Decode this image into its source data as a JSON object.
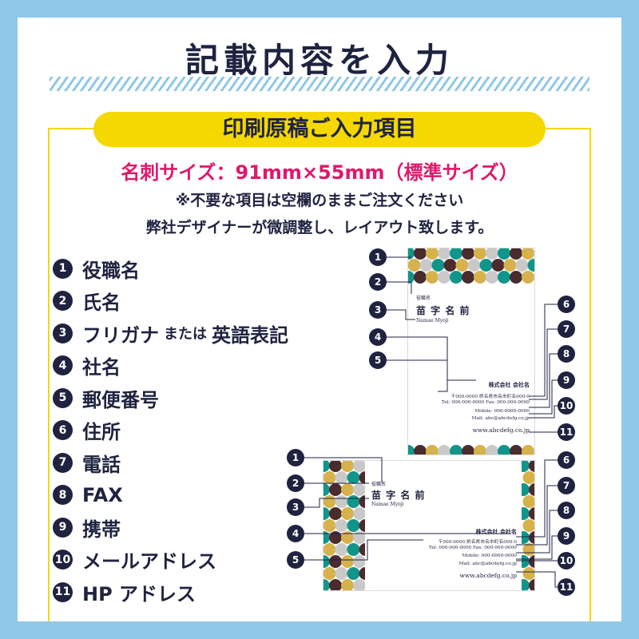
{
  "title": "記載内容を入力",
  "pill": "印刷原稿ご入力項目",
  "size_line": "名刺サイズ：91mm×55mm（標準サイズ）",
  "note1": "※不要な項目は空欄のままご注文ください",
  "note2": "弊社デザイナーが微調整し、レイアウト致します。",
  "items": [
    {
      "num": "1",
      "label": "役職名"
    },
    {
      "num": "2",
      "label": "氏名"
    },
    {
      "num": "3",
      "label": "フリガナ",
      "mid": "または",
      "tail": "英語表記"
    },
    {
      "num": "4",
      "label": "社名"
    },
    {
      "num": "5",
      "label": "郵便番号"
    },
    {
      "num": "6",
      "label": "住所"
    },
    {
      "num": "7",
      "label": "電話"
    },
    {
      "num": "8",
      "label": "FAX"
    },
    {
      "num": "9",
      "label": "携帯"
    },
    {
      "num": "10",
      "label": "メールアドレス"
    },
    {
      "num": "11",
      "label": "HP アドレス"
    }
  ],
  "card": {
    "position": "役職名",
    "name": "苗 字 名 前",
    "name_en": "Namae Myoji",
    "company": "株式会社 会社名",
    "address": "〒000-0000 県名県市名市町名000-0",
    "tel_fax": "Tel: 000-000-0000  Fax: 000-000-0000",
    "mobile": "Mobile: 000-0000-0000",
    "mail": "Mail: abc@abcdefg.co.jp",
    "url": "www.abcdefg.co.jp"
  },
  "colors": {
    "navy": "#1f2340",
    "yellow": "#f4d800",
    "pink": "#e0186c",
    "frame": "#8fc8e8",
    "dot_teal": "#11958a",
    "dot_brown": "#4a2b2e",
    "dot_gold": "#d6b24c",
    "dot_grey": "#c9c9c9"
  }
}
